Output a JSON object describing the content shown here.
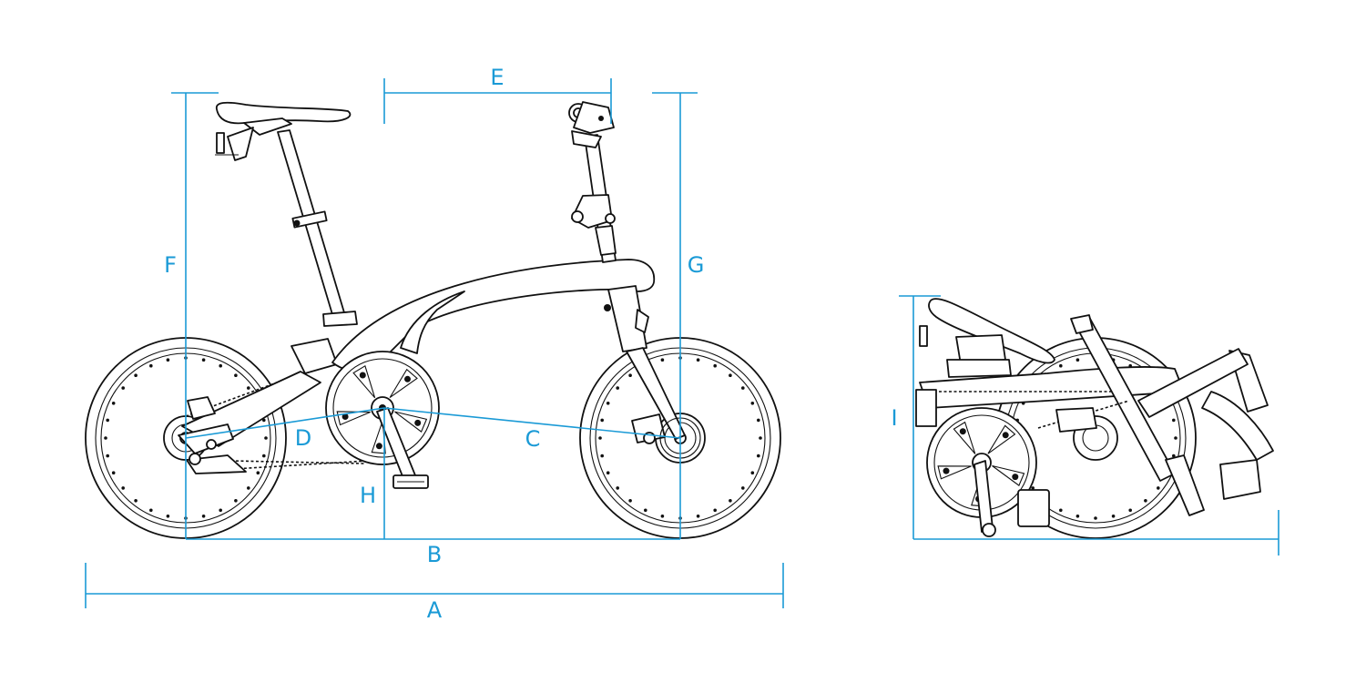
{
  "colors": {
    "dimension": "#1a9ad6",
    "linework": "#111111",
    "background": "#ffffff"
  },
  "dimensions": {
    "A": "A",
    "B": "B",
    "C": "C",
    "D": "D",
    "E": "E",
    "F": "F",
    "G": "G",
    "H": "H",
    "I": "I"
  }
}
